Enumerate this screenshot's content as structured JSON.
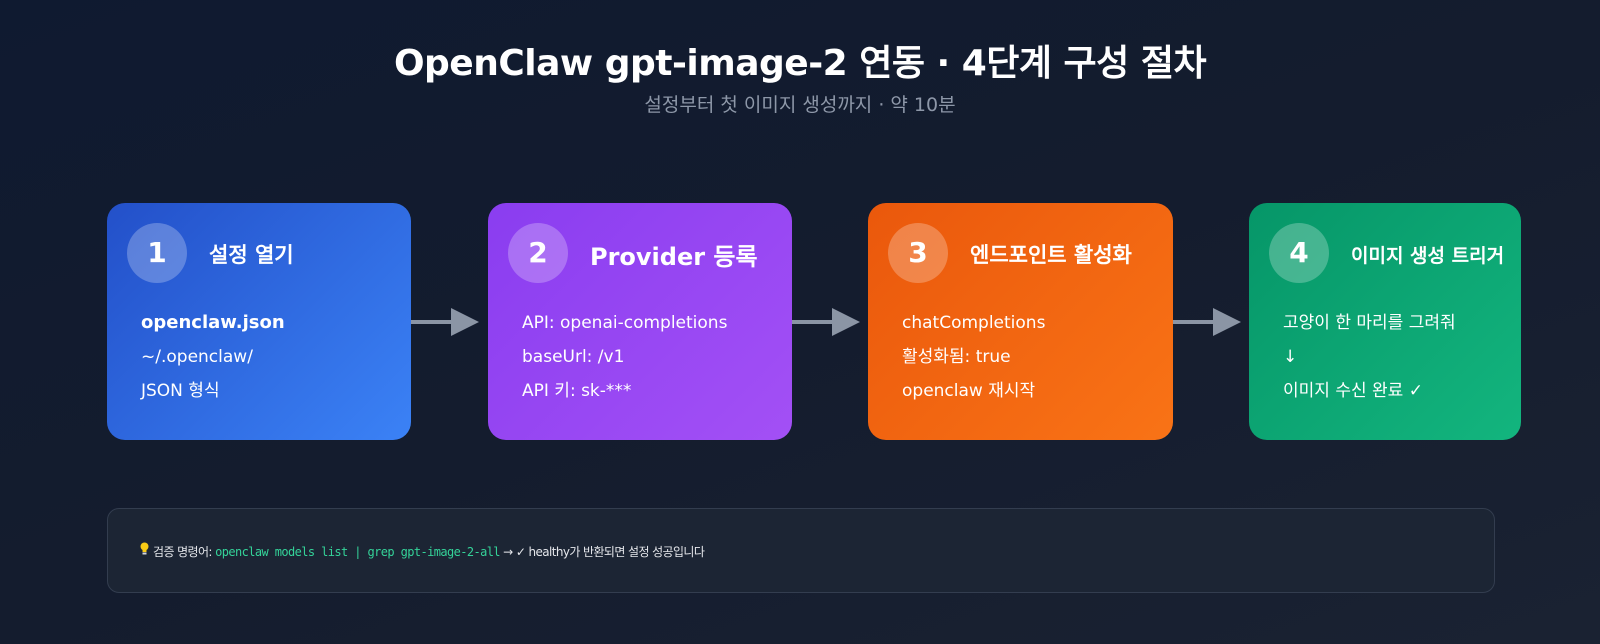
{
  "header": {
    "title": "OpenClaw gpt-image-2 연동 · 4단계 구성 절차",
    "subtitle": "설정부터 첫 이미지 생성까지 · 약 10분"
  },
  "steps": [
    {
      "number": "1",
      "title": "설정 열기",
      "lines": [
        "openclaw.json",
        "~/.openclaw/",
        "JSON 형식"
      ],
      "color": "#2d63e0"
    },
    {
      "number": "2",
      "title": "Provider 등록",
      "lines": [
        "API: openai-completions",
        "baseUrl: /v1",
        "API 키: sk-***"
      ],
      "color": "#9646f3"
    },
    {
      "number": "3",
      "title": "엔드포인트 활성화",
      "lines": [
        "chatCompletions",
        "활성화됨: true",
        "openclaw 재시작"
      ],
      "color": "#f06510"
    },
    {
      "number": "4",
      "title": "이미지 생성 트리거",
      "lines": [
        "고양이 한 마리를 그려줘",
        "↓",
        "이미지 수신 완료 ✓"
      ],
      "color": "#0ea573"
    }
  ],
  "tip": {
    "icon": "lightbulb-icon",
    "label": "검증 명령어:",
    "command": "openclaw models list | grep gpt-image-2-all",
    "result": "→ ✓ healthy가 반환되면 설정 성공입니다"
  },
  "colors": {
    "background": "#141c2e",
    "arrow": "#8b95a5",
    "command": "#34d399"
  }
}
